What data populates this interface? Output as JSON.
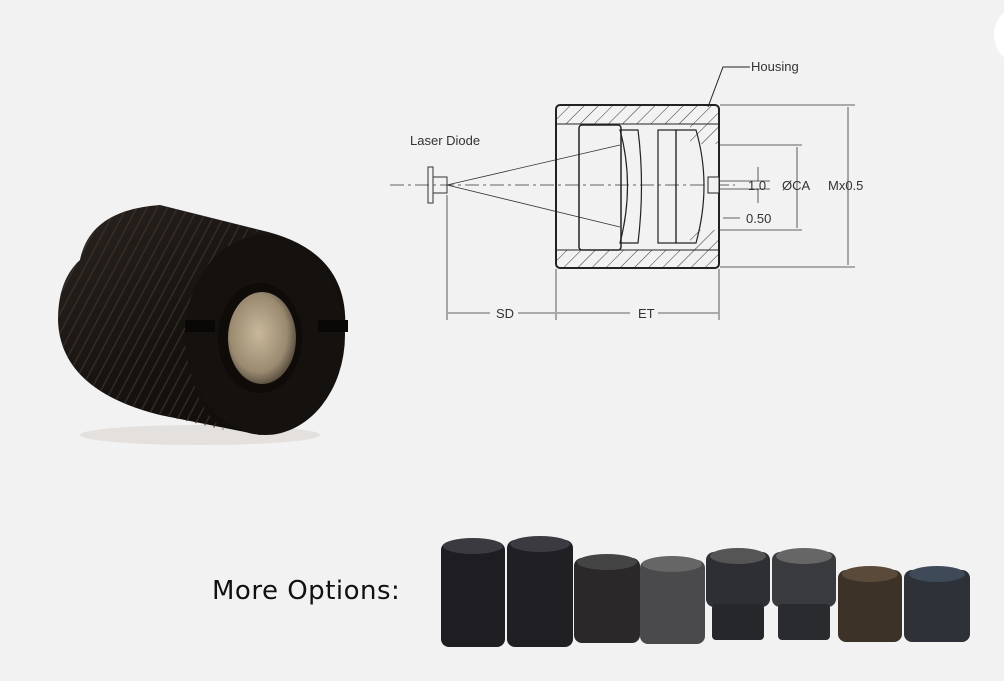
{
  "product_photo": {
    "alt": "Black threaded laser diode collimating lens housing"
  },
  "diagram": {
    "labels": {
      "housing": "Housing",
      "laser_diode": "Laser Diode",
      "aperture_dim": "1.0",
      "clear_aperture": "ØCA",
      "thread": "Mx0.5",
      "slot_depth": "0.50",
      "standoff": "SD",
      "edge_thickness": "ET"
    }
  },
  "more_options": {
    "label": "More Options:",
    "items": [
      {
        "name": "option-1",
        "color": "#1e1e22"
      },
      {
        "name": "option-2",
        "color": "#202024"
      },
      {
        "name": "option-3",
        "color": "#2a2828"
      },
      {
        "name": "option-4",
        "color": "#4a4a4c"
      },
      {
        "name": "option-5",
        "color": "#2e2f34"
      },
      {
        "name": "option-6",
        "color": "#3a3b3e"
      },
      {
        "name": "option-7",
        "color": "#3c3228"
      },
      {
        "name": "option-8",
        "color": "#2e3238"
      }
    ]
  }
}
